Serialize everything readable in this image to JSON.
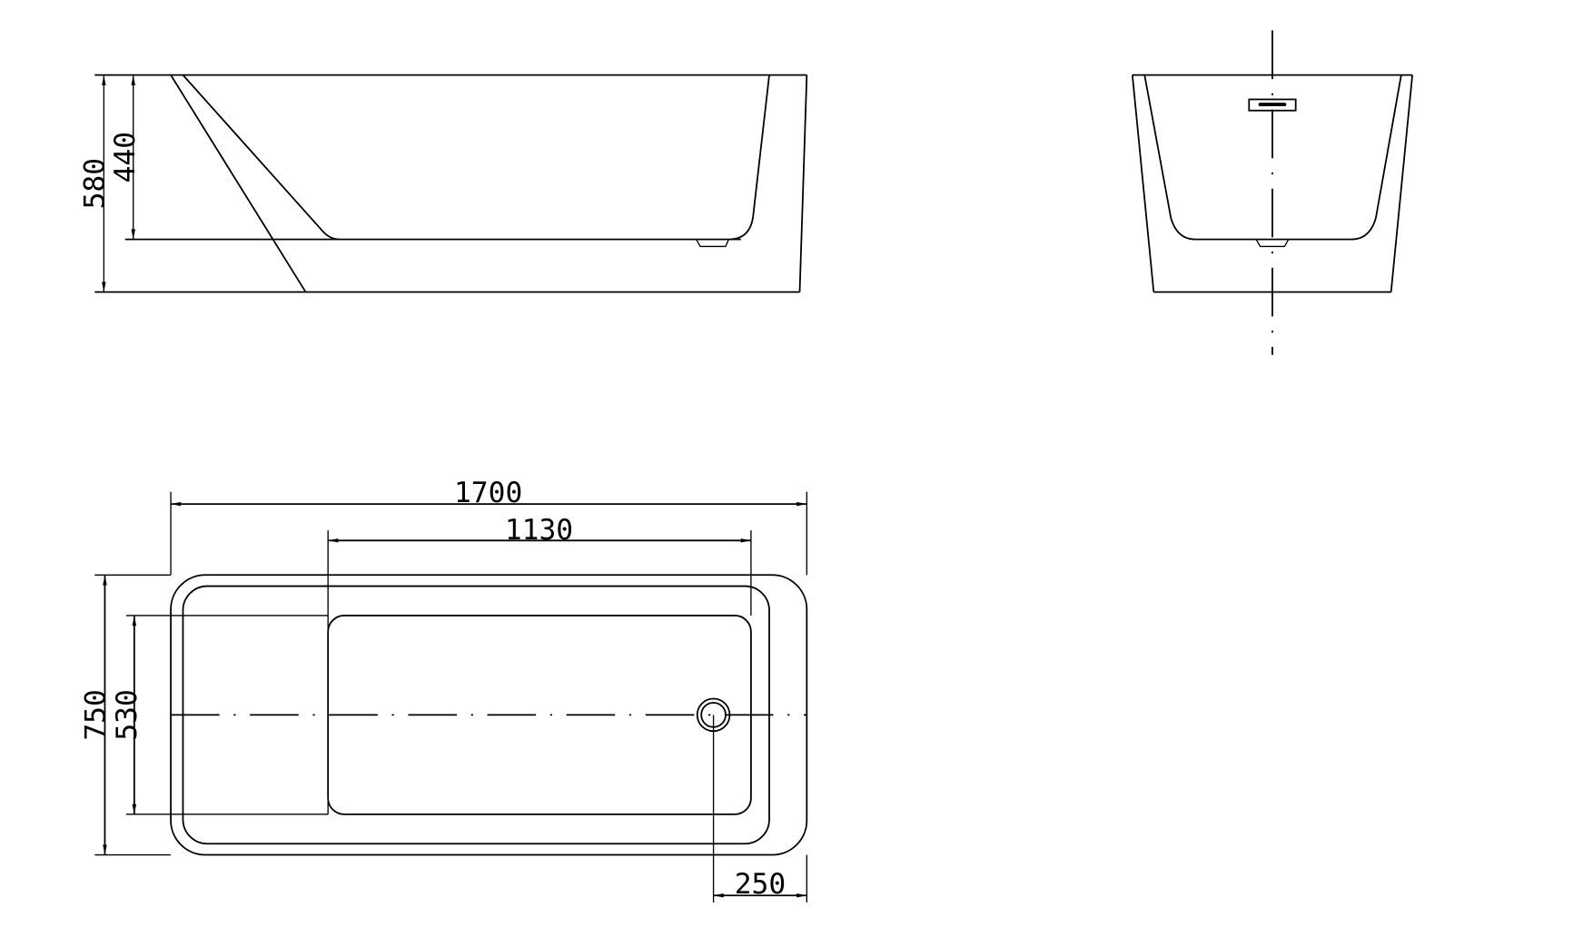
{
  "drawing": {
    "subject": "Freestanding bathtub technical drawing",
    "views": {
      "side_view": {
        "label": "Side elevation",
        "dimensions": {
          "total_height": "580",
          "inner_depth": "440"
        }
      },
      "end_view": {
        "label": "End elevation",
        "features": [
          "overflow",
          "drain",
          "center-axis"
        ]
      },
      "plan_view": {
        "label": "Top plan",
        "dimensions": {
          "overall_length": "1700",
          "inner_length": "1130",
          "overall_width": "750",
          "inner_width": "530",
          "drain_offset": "250"
        }
      }
    },
    "colors": {
      "line": "#000000",
      "background": "#ffffff"
    }
  }
}
